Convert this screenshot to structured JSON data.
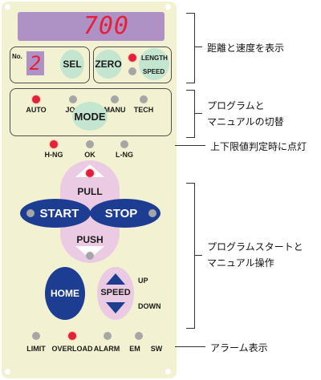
{
  "display": {
    "value": "700"
  },
  "program": {
    "no_label": "No.",
    "no_value": "2"
  },
  "buttons": {
    "sel": "SEL",
    "zero": "ZERO",
    "mode": "MODE",
    "pull": "PULL",
    "push": "PUSH",
    "start": "START",
    "stop": "STOP",
    "home": "HOME",
    "speed": "SPEED",
    "up": "UP",
    "down": "DOWN"
  },
  "length_speed": {
    "length": "LENGTH",
    "speed": "SPEED",
    "active": "length"
  },
  "modes": [
    {
      "label": "AUTO",
      "on": true
    },
    {
      "label": "JOG",
      "on": false
    },
    {
      "label": "MANU",
      "on": false
    },
    {
      "label": "TECH",
      "on": false
    }
  ],
  "judgement": [
    {
      "label": "H-NG",
      "on": true
    },
    {
      "label": "OK",
      "on": false
    },
    {
      "label": "L-NG",
      "on": false
    }
  ],
  "alarms": [
    {
      "label": "LIMIT",
      "on": false
    },
    {
      "label": "OVERLOAD",
      "on": true
    },
    {
      "label": "ALARM",
      "on": false
    },
    {
      "label": "EM",
      "on": false
    },
    {
      "label": "SW",
      "on": false
    }
  ],
  "annotations": {
    "display": "距離と速度を表示",
    "mode": "プログラムと\nマニュアルの切替",
    "judgement": "上下限値判定時に点灯",
    "operation": "プログラムスタートと\nマニュアル操作",
    "alarm": "アラーム表示"
  },
  "colors": {
    "panel": "#f2f2d2",
    "led_on": "#e5203a",
    "led_off": "#a6a6a6",
    "button_green": "#c4e5cf",
    "start_stop": "#1c3d91",
    "jog_pink": "#eacbe3",
    "display_bg": "#ae92c6"
  }
}
